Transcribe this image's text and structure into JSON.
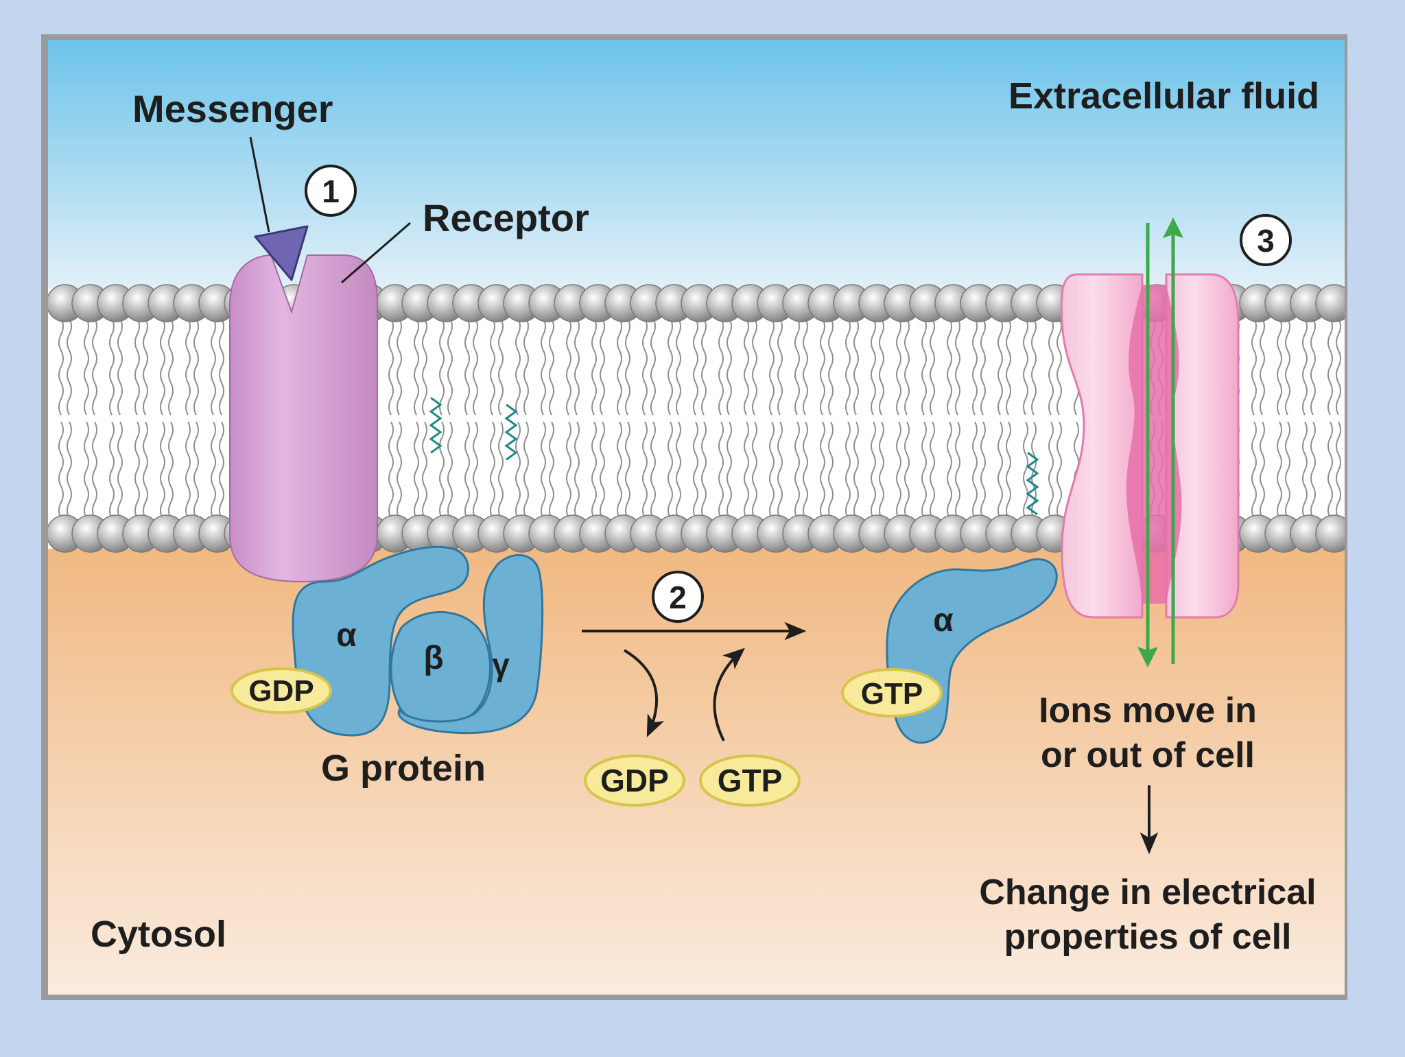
{
  "labels": {
    "messenger": "Messenger",
    "receptor": "Receptor",
    "extracellular": "Extracellular fluid",
    "cytosol": "Cytosol",
    "g_protein": "G protein",
    "ions_line1": "Ions move in",
    "ions_line2": "or out of cell",
    "change_line1": "Change in electrical",
    "change_line2": "properties of cell"
  },
  "steps": {
    "one": "1",
    "two": "2",
    "three": "3"
  },
  "subunits": {
    "alpha": "α",
    "beta": "β",
    "gamma": "γ",
    "alpha_active": "α"
  },
  "nucleotides": {
    "gdp_bound": "GDP",
    "gdp_released": "GDP",
    "gtp_added": "GTP",
    "gtp_bound": "GTP"
  },
  "colors": {
    "extracellular_top": "#6cc3ea",
    "extracellular_bottom": "#f4f7fb",
    "cytosol_top": "#f0b880",
    "cytosol_bottom": "#fbece0",
    "receptor": "#d9a6d6",
    "messenger": "#7065b3",
    "g_protein": "#6cb1d3",
    "nucleotide": "#f7ea9a",
    "channel": "#f4a9cd",
    "ion_arrow": "#3fa84a",
    "lipid_head": "#a7a7a7"
  }
}
